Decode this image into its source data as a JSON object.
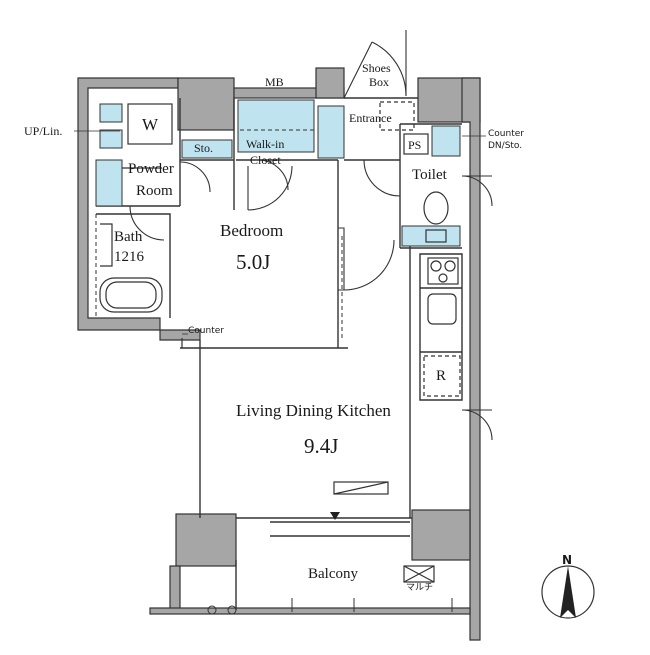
{
  "rooms": {
    "bedroom": {
      "name": "Bedroom",
      "size": "5.0J"
    },
    "ldk": {
      "name": "Living Dining Kitchen",
      "size": "9.4J"
    },
    "bath": {
      "name": "Bath",
      "size": "1216"
    },
    "powder_room": {
      "line1": "Powder",
      "line2": "Room"
    },
    "walk_in_closet": {
      "line1": "Walk-in",
      "line2": "Closet"
    },
    "entrance": "Entrance",
    "toilet": "Toilet",
    "balcony": "Balcony"
  },
  "fixtures": {
    "washer": "W",
    "storage": "Sto.",
    "meter_box": "MB",
    "shoes_box": {
      "line1": "Shoes",
      "line2": "Box"
    },
    "pipe_space": "PS",
    "refrigerator": "R",
    "counter_bedroom": "Counter",
    "multi_hook": "マルチ"
  },
  "annotations": {
    "up_lin": "UP/Lin.",
    "counter_dn": {
      "line1": "Counter",
      "line2": "DN/Sto."
    }
  },
  "compass": {
    "label": "N"
  },
  "colors": {
    "wall": "#a6a6a6",
    "wall_outline": "#333333",
    "wet_area": "#bfe3ef",
    "line": "#333333"
  }
}
